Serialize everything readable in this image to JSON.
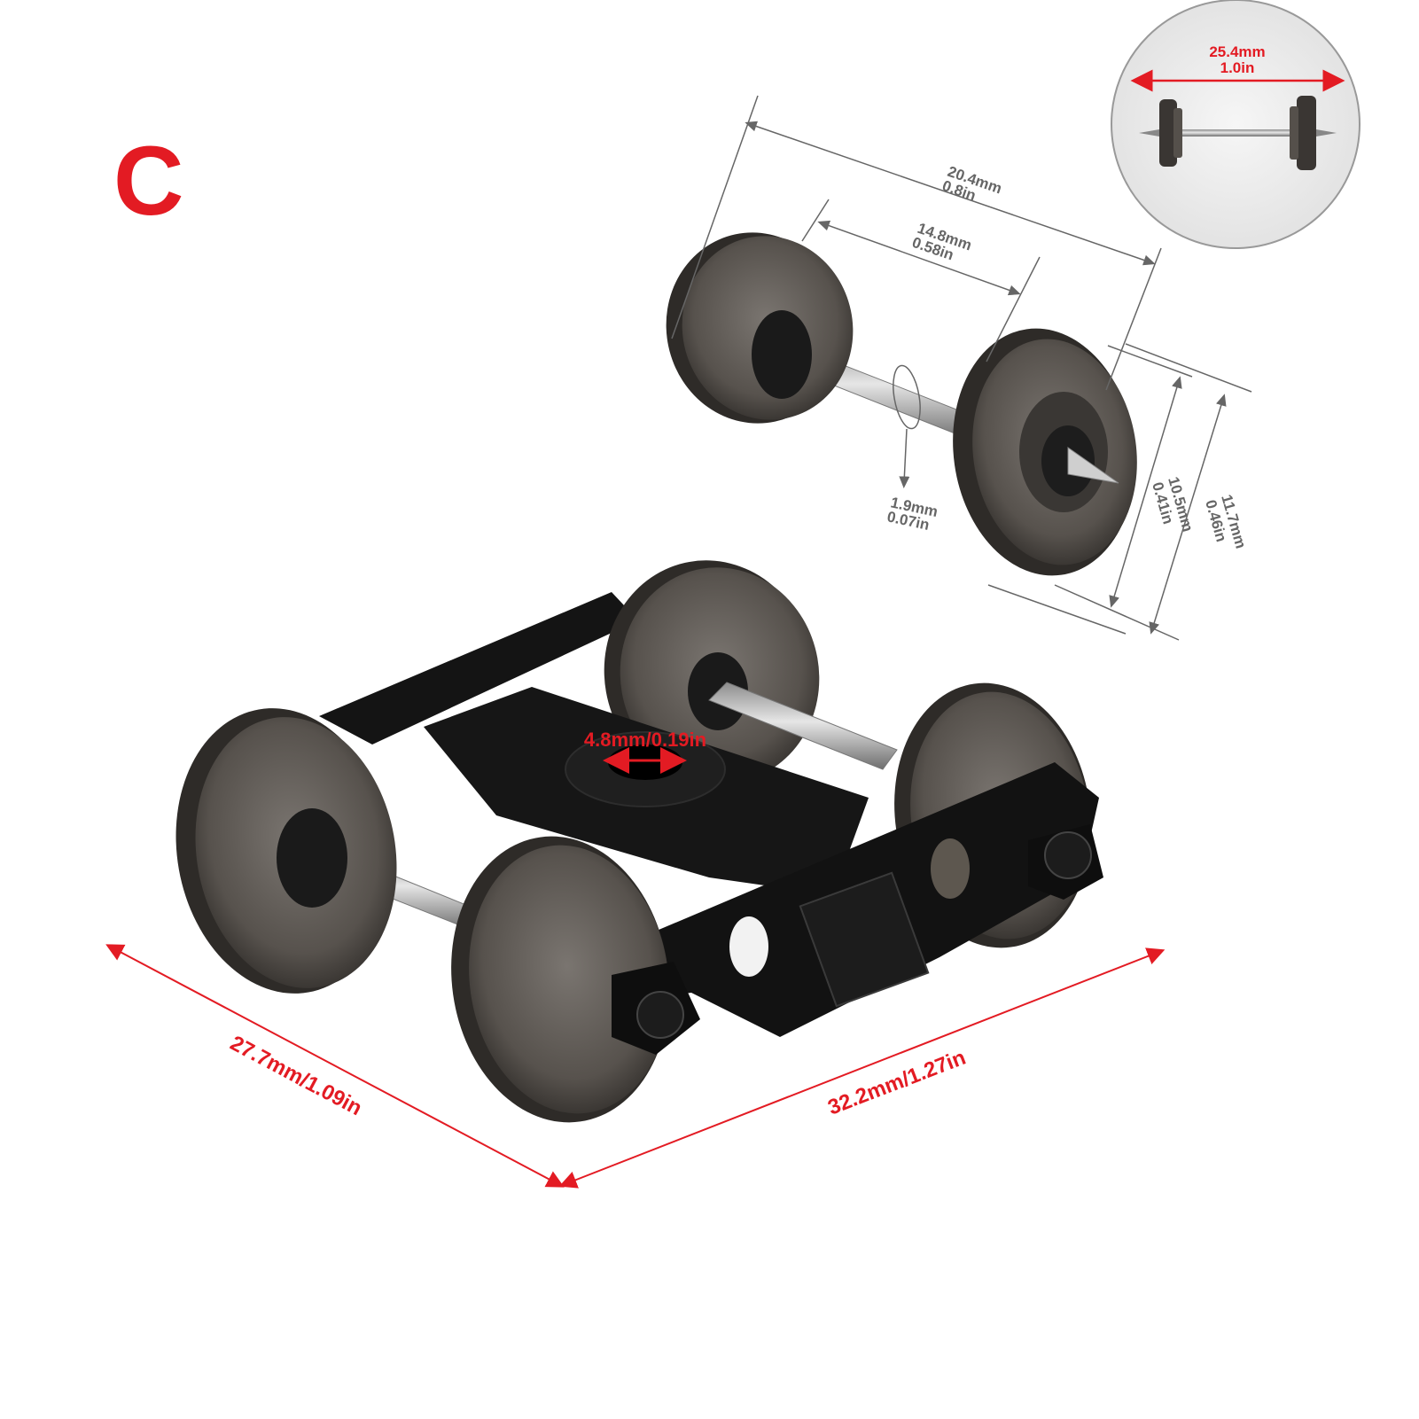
{
  "variant_label": "C",
  "colors": {
    "accent_red": "#e31b23",
    "dimension_gray": "#666666",
    "wheel_metal": "#5a5550",
    "frame_black": "#111111",
    "axle_silver": "#b8b8b8"
  },
  "inset": {
    "length_mm": "25.4mm",
    "length_in": "1.0in"
  },
  "wheelset": {
    "overall_mm": "20.4mm",
    "overall_in": "0.8in",
    "gauge_mm": "14.8mm",
    "gauge_in": "0.58in",
    "axle_dia_mm": "1.9mm",
    "axle_dia_in": "0.07in",
    "tread_dia_mm": "10.5mm",
    "tread_dia_in": "0.41in",
    "flange_dia_mm": "11.7mm",
    "flange_dia_in": "0.46in"
  },
  "truck": {
    "bolster_hole": "4.8mm/0.19in",
    "width": "27.7mm/1.09in",
    "length": "32.2mm/1.27in"
  }
}
